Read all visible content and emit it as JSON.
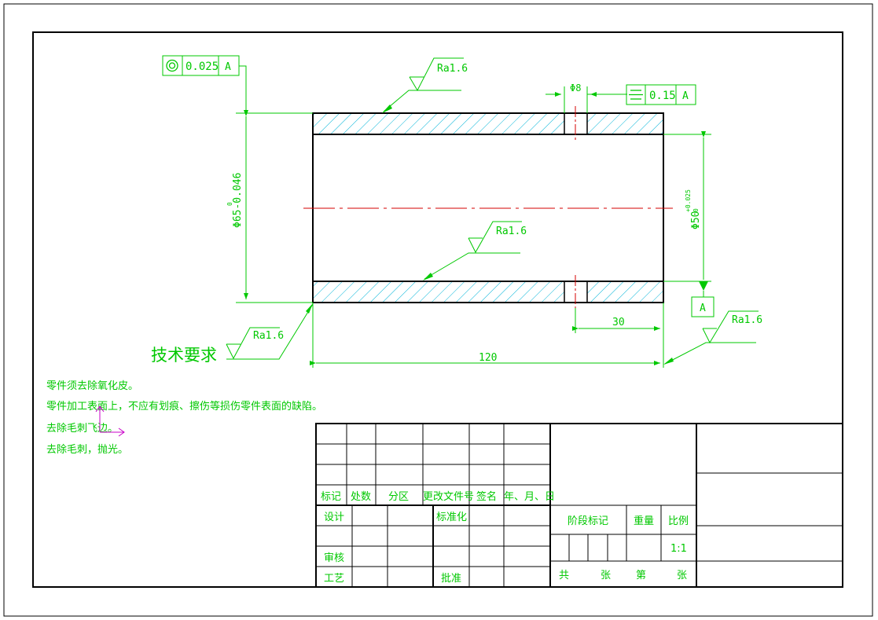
{
  "drawing": {
    "tolerance_frames": {
      "coaxiality": {
        "symbol": "coaxiality-symbol",
        "value": "0.025",
        "datum": "A"
      },
      "symmetry": {
        "symbol": "symmetry-symbol",
        "value": "0.15",
        "datum": "A"
      }
    },
    "roughness": [
      "Ra1.6",
      "Ra1.6",
      "Ra1.6",
      "Ra1.6"
    ],
    "dimensions": {
      "hole_dia": "Φ8",
      "outer_dia": "Φ65-0.046",
      "outer_upper": "0",
      "inner_dia": "Φ50",
      "inner_upper": "+0.025",
      "inner_lower": "0",
      "slot_offset": "30",
      "length": "120"
    },
    "datum_label": "A"
  },
  "tech_requirements": {
    "title": "技术要求",
    "items": [
      "零件须去除氧化皮。",
      "零件加工表面上，不应有划痕、擦伤等损伤零件表面的缺陷。",
      "去除毛刺飞边。",
      "去除毛刺，抛光。"
    ]
  },
  "title_block": {
    "headers": [
      "标记",
      "处数",
      "分区",
      "更改文件号",
      "签名",
      "年、月、日"
    ],
    "design": "设计",
    "standardize": "标准化",
    "review": "审核",
    "process": "工艺",
    "approve": "批准",
    "stage_mark": "阶段标记",
    "weight": "重量",
    "scale_label": "比例",
    "scale_value": "1:1",
    "sheet_total": "共",
    "sheet_unit1": "张",
    "sheet_no": "第",
    "sheet_unit2": "张"
  },
  "colors": {
    "line": "#000000",
    "dim": "#00c800",
    "center": "#d40000",
    "hatch": "#00b4d8",
    "ucs": "#c800c8"
  }
}
